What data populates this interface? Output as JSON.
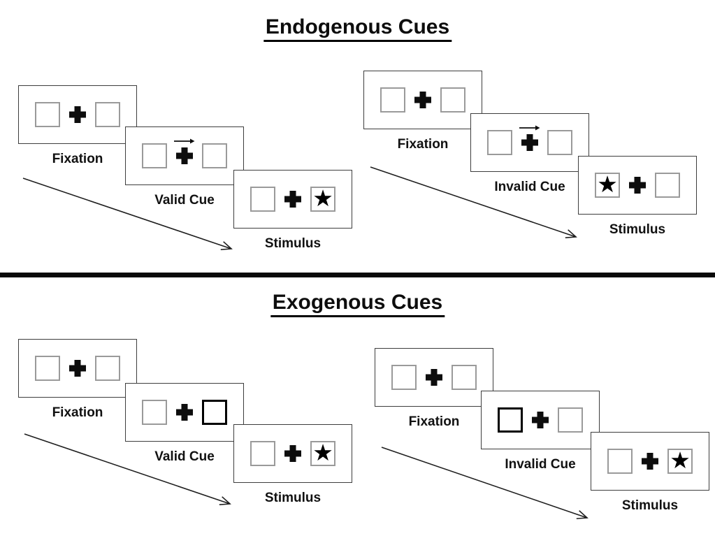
{
  "diagram": {
    "sections": [
      {
        "title": "Endogenous Cues",
        "trials": [
          {
            "type": "valid",
            "cue_description": "central right-pointing arrow above fixation cross",
            "stimulus_side": "right",
            "panels": [
              {
                "label": "Fixation"
              },
              {
                "label": "Valid Cue"
              },
              {
                "label": "Stimulus"
              }
            ]
          },
          {
            "type": "invalid",
            "cue_description": "central right-pointing arrow above fixation cross",
            "stimulus_side": "left",
            "panels": [
              {
                "label": "Fixation"
              },
              {
                "label": "Invalid Cue"
              },
              {
                "label": "Stimulus"
              }
            ]
          }
        ]
      },
      {
        "title": "Exogenous Cues",
        "trials": [
          {
            "type": "valid",
            "cue_description": "right peripheral box highlighted with thick border",
            "stimulus_side": "right",
            "panels": [
              {
                "label": "Fixation"
              },
              {
                "label": "Valid Cue"
              },
              {
                "label": "Stimulus"
              }
            ]
          },
          {
            "type": "invalid",
            "cue_description": "left peripheral box highlighted with thick border",
            "stimulus_side": "right",
            "panels": [
              {
                "label": "Fixation"
              },
              {
                "label": "Invalid Cue"
              },
              {
                "label": "Stimulus"
              }
            ]
          }
        ]
      }
    ]
  },
  "icons": {
    "star": "★"
  },
  "colors": {
    "background": "#ffffff",
    "panel_border": "#3d3d3d",
    "box_border": "#9a9a9a",
    "ink": "#0d0d0d",
    "divider": "#0a0a0a"
  }
}
